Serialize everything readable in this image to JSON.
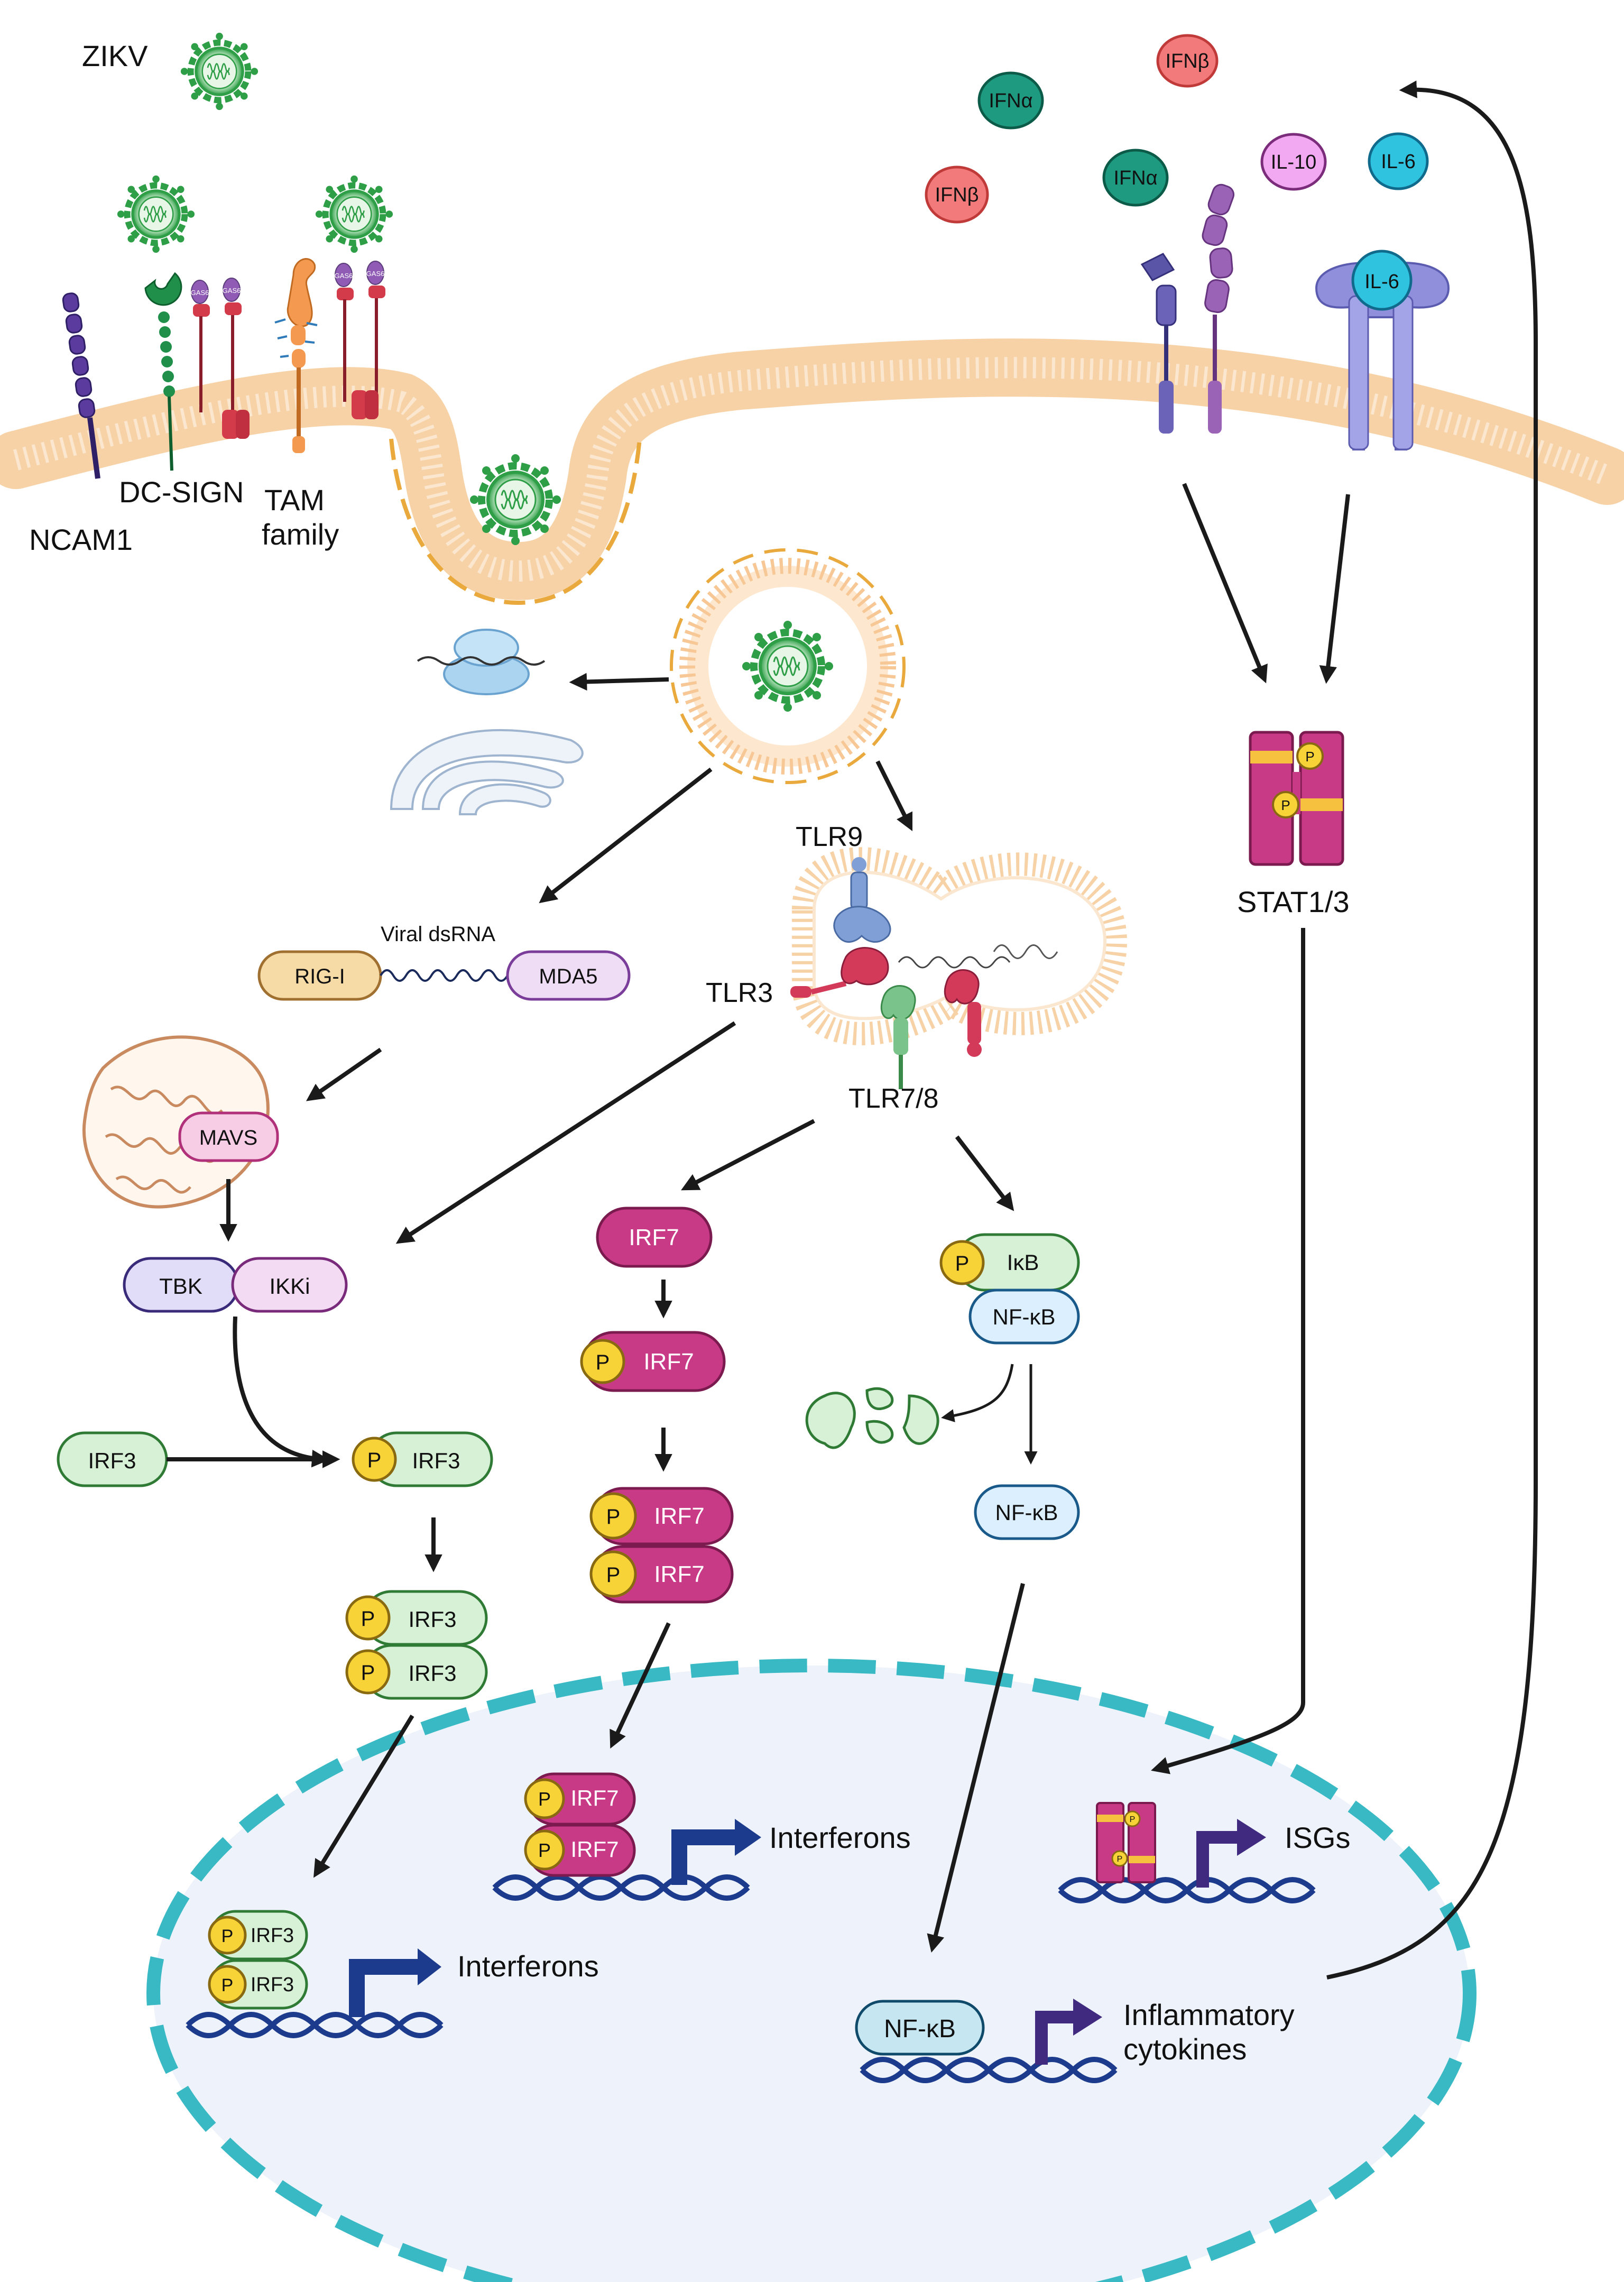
{
  "labels": {
    "zikv": "ZIKV",
    "ncam1": "NCAM1",
    "dc_sign": "DC-SIGN",
    "tam_line1": "TAM",
    "tam_line2": "family",
    "tlr9": "TLR9",
    "tlr3": "TLR3",
    "tlr78": "TLR7/8",
    "viral_dsrna": "Viral dsRNA",
    "stat": "STAT1/3",
    "interferons_1": "Interferons",
    "interferons_2": "Interferons",
    "isgs": "ISGs",
    "inflam_line1": "Inflammatory",
    "inflam_line2": "cytokines"
  },
  "cytokines": {
    "ifnb_1": "IFNβ",
    "ifna_1": "IFNα",
    "ifnb_2": "IFNβ",
    "ifna_2": "IFNα",
    "il10": "IL-10",
    "il6_free": "IL-6",
    "il6_bound": "IL-6"
  },
  "proteins": {
    "rig_i": "RIG-I",
    "mda5": "MDA5",
    "mavs": "MAVS",
    "tbk": "TBK",
    "ikki": "IKKi",
    "irf3": "IRF3",
    "irf7": "IRF7",
    "ikb": "IκB",
    "nfkb": "NF-κB",
    "phospho": "P",
    "gas6": "GAS6"
  },
  "colors": {
    "membrane": "#f7d2a6",
    "virus": "#2e9e47",
    "irf3_fill": "#d6f1d6",
    "irf3_stroke": "#2f7a34",
    "irf7_fill": "#c93a86",
    "phospho_fill": "#f7d338",
    "nfkb_fill": "#dcefff",
    "nucleus_fill": "#eef3fb",
    "nucleus_stroke": "#39b9c4",
    "dna": "#1c3b8c",
    "arrow": "#1a1a1a"
  }
}
